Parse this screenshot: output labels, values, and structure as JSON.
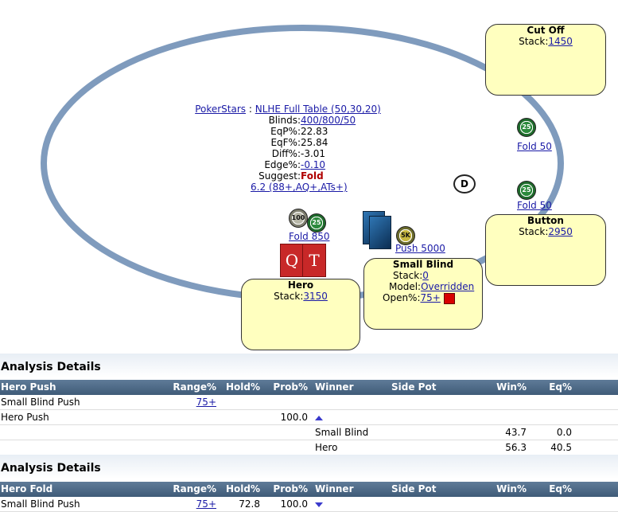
{
  "colors": {
    "ring": "#7f9bbd",
    "seat_bg": "#ffffbf",
    "link": "#1a1aa6",
    "card_red": "#c82828",
    "suggest_red": "#b00000",
    "header_blue": "#4a6683",
    "indicator_red": "#d80000"
  },
  "info": {
    "site": "PokerStars",
    "table_link": "NLHE Full Table (50,30,20)",
    "blinds_label": "Blinds:",
    "blinds_value": "400/800/50",
    "eqp_label": "EqP%:",
    "eqp_value": "22.83",
    "eqf_label": "EqF%:",
    "eqf_value": "25.84",
    "diff_label": "Diff%:",
    "diff_value": "-3.01",
    "edge_label": "Edge%:",
    "edge_value": "-0.10",
    "suggest_label": "Suggest:",
    "suggest_value": "Fold",
    "range_link": "6.2 (88+,AQ+,ATs+)"
  },
  "seats": {
    "cutoff": {
      "name": "Cut Off",
      "stack_label": "Stack:",
      "stack": "1450",
      "action": "Fold 50",
      "chip": "25"
    },
    "button": {
      "name": "Button",
      "stack_label": "Stack:",
      "stack": "2950",
      "action": "Fold 50",
      "chip": "25"
    },
    "small_blind": {
      "name": "Small Blind",
      "stack_label": "Stack:",
      "stack": "0",
      "model_label": "Model:",
      "model": "Overridden",
      "open_label": "Open%:",
      "open": "75+",
      "action": "Push 5000",
      "chip": "5K"
    },
    "hero": {
      "name": "Hero",
      "stack_label": "Stack:",
      "stack": "3150",
      "action": "Fold 850",
      "chip1": "100",
      "chip2": "25",
      "card1": "Q",
      "card2": "T"
    }
  },
  "dealer": "D",
  "analysis1": {
    "title": "Analysis Details",
    "headers": [
      "Hero Push",
      "Range%",
      "Hold%",
      "Prob%",
      "Winner",
      "Side Pot",
      "Win%",
      "Eq%"
    ],
    "rows": [
      [
        "Small Blind Push",
        "75+",
        "",
        "",
        "",
        "",
        "",
        ""
      ],
      [
        "Hero Push",
        "",
        "",
        "100.0",
        "",
        "",
        "",
        ""
      ],
      [
        "",
        "",
        "",
        "",
        "Small Blind",
        "",
        "43.7",
        "0.0"
      ],
      [
        "",
        "",
        "",
        "",
        "Hero",
        "",
        "56.3",
        "40.5"
      ]
    ]
  },
  "analysis2": {
    "title": "Analysis Details",
    "headers": [
      "Hero Fold",
      "Range%",
      "Hold%",
      "Prob%",
      "Winner",
      "Side Pot",
      "Win%",
      "Eq%"
    ],
    "rows": [
      [
        "Small Blind Push",
        "75+",
        "72.8",
        "100.0",
        "",
        "",
        "",
        ""
      ]
    ]
  }
}
